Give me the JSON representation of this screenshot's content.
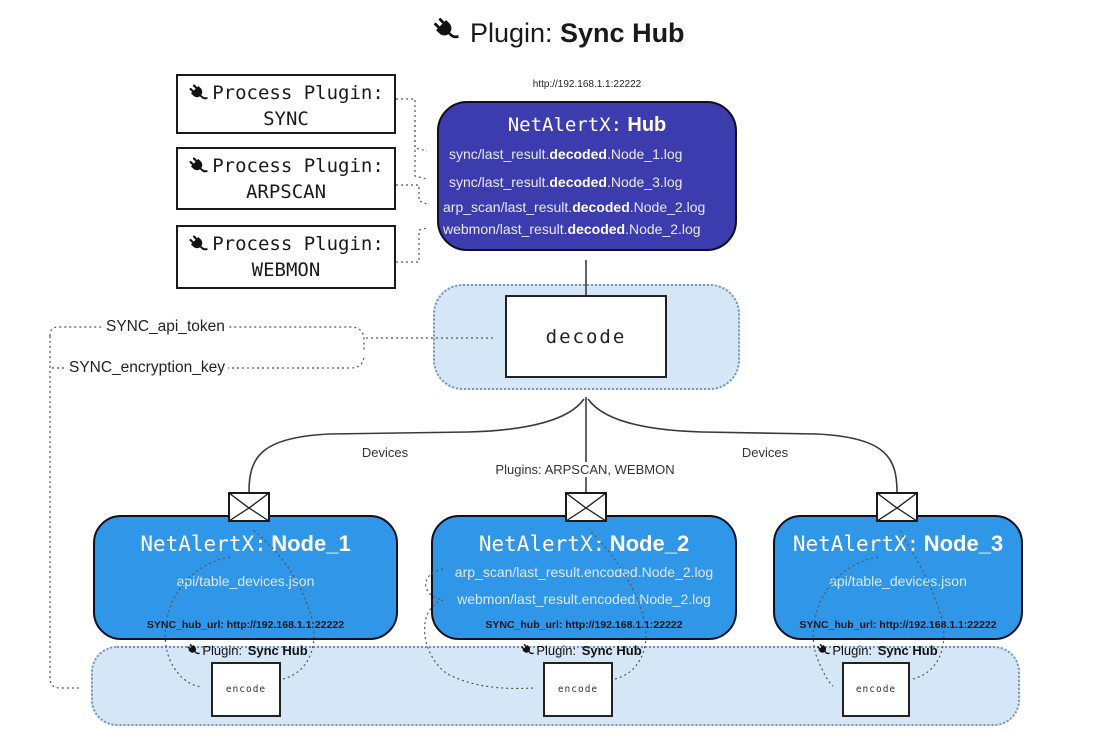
{
  "colors": {
    "hub_bg": "#3C3CAE",
    "node_bg": "#2F96E8",
    "container_bg": "#D5E6F7",
    "container_border": "#7396B8",
    "wire": "#3A3A3A",
    "arrow": "#2F2F2F"
  },
  "title": {
    "prefix": "Plugin:",
    "name": "Sync Hub"
  },
  "process_plugins": {
    "label": "Process Plugin:",
    "items": [
      "SYNC",
      "ARPSCAN",
      "WEBMON"
    ]
  },
  "hub": {
    "url": "http://192.168.1.1:22222",
    "prefix": "NetAlertX:",
    "name": "Hub",
    "files": [
      {
        "pre": "sync/last_result.",
        "bold": "decoded",
        "post": ".Node_1.log"
      },
      {
        "pre": "sync/last_result.",
        "bold": "decoded",
        "post": ".Node_3.log"
      },
      {
        "pre": "arp_scan/last_result.",
        "bold": "decoded",
        "post": ".Node_2.log"
      },
      {
        "pre": "webmon/last_result.",
        "bold": "decoded",
        "post": ".Node_2.log"
      }
    ]
  },
  "decode": {
    "label": "decode"
  },
  "settings": {
    "api_token": "SYNC_api_token",
    "encryption_key": "SYNC_encryption_key"
  },
  "edges": {
    "devices_left": "Devices",
    "plugins": "Plugins: ARPSCAN, WEBMON",
    "devices_right": "Devices"
  },
  "nodes": [
    {
      "prefix": "NetAlertX:",
      "name": "Node_1",
      "files": [
        "api/table_devices.json"
      ],
      "hub_url": "SYNC_hub_url: http://192.168.1.1:22222"
    },
    {
      "prefix": "NetAlertX:",
      "name": "Node_2",
      "files": [
        "arp_scan/last_result.encoded.Node_2.log",
        "webmon/last_result.encoded.Node_2.log"
      ],
      "hub_url": "SYNC_hub_url: http://192.168.1.1:22222"
    },
    {
      "prefix": "NetAlertX:",
      "name": "Node_3",
      "files": [
        "api/table_devices.json"
      ],
      "hub_url": "SYNC_hub_url: http://192.168.1.1:22222"
    }
  ],
  "encoders": {
    "label": "encode",
    "plugin_prefix": "Plugin:",
    "plugin_name": "Sync Hub"
  }
}
